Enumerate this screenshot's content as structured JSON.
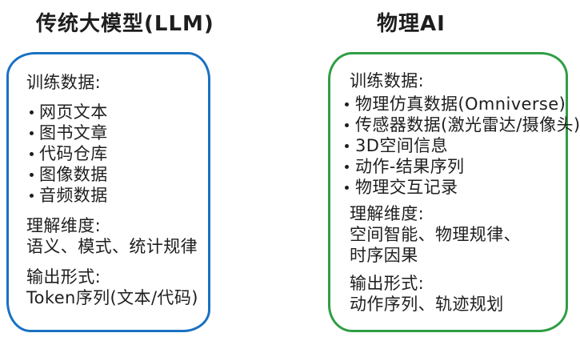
{
  "colors": {
    "background": "#ffffff",
    "text": "#1e1e1e",
    "llm_border": "#1971c2",
    "physical_ai_border": "#2f9e44"
  },
  "panels": {
    "llm": {
      "title": "传统大模型(LLM)",
      "training_label": "训练数据:",
      "bullets": [
        "网页文本",
        "图书文章",
        "代码仓库",
        "图像数据",
        "音频数据"
      ],
      "understanding_label": "理解维度:",
      "understanding_lines": [
        "语义、模式、统计规律"
      ],
      "output_label": "输出形式:",
      "output_lines": [
        "Token序列(文本/代码)"
      ]
    },
    "physical_ai": {
      "title": "物理AI",
      "training_label": "训练数据:",
      "bullets": [
        "物理仿真数据(Omniverse)",
        "传感器数据(激光雷达/摄像头)",
        "3D空间信息",
        "动作-结果序列",
        "物理交互记录"
      ],
      "understanding_label": "理解维度:",
      "understanding_lines": [
        "空间智能、物理规律、",
        "时序因果"
      ],
      "output_label": "输出形式:",
      "output_lines": [
        "动作序列、轨迹规划"
      ]
    }
  }
}
